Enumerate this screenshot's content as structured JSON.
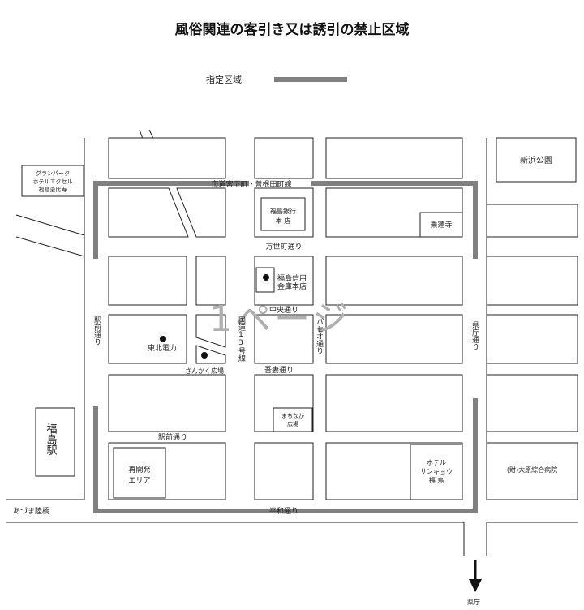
{
  "title": "風俗関連の客引き又は誘引の禁止区域",
  "legend": {
    "label": "指定区域",
    "color": "#808080"
  },
  "watermark": "1ページ",
  "labels": {
    "granpark_1": "グランパーク",
    "granpark_2": "ホテルエクセル",
    "granpark_3": "福島恵比寿",
    "shinhama_park": "新浜公園",
    "shido_miyashita": "市道宮下町・曽根田町線",
    "fukushima_bank_1": "福島銀行",
    "fukushima_bank_2": "本 店",
    "jorenji": "乗蓮寺",
    "manseicho_dori": "万世町通り",
    "shinkin_1": "福島信用",
    "shinkin_2": "金庫本店",
    "chuo_dori": "中央通り",
    "ekimae_v": "駅前通り",
    "kokudo13": "国道13号線",
    "paseo_dori": "パセオ通り",
    "kencho_dori": "県庁通り",
    "tohoku_denryoku": "東北電力",
    "sankaku_hiroba": "さんかく広場",
    "azuma_dori": "吾妻通り",
    "machinaka_1": "まちなか",
    "machinaka_2": "広場",
    "fukushima_eki": "福島駅",
    "ekimae_dori": "駅前通り",
    "saikaihatsu_1": "再開発",
    "saikaihatsu_2": "エリア",
    "hotel_1": "ホテル",
    "hotel_2": "サンキョウ",
    "hotel_3": "福 島",
    "ohara_hospital": "(財)大原綜合病院",
    "azuma_rikkyo": "あづま陸橋",
    "heiwa_dori": "平和通り",
    "kencho": "県庁"
  }
}
